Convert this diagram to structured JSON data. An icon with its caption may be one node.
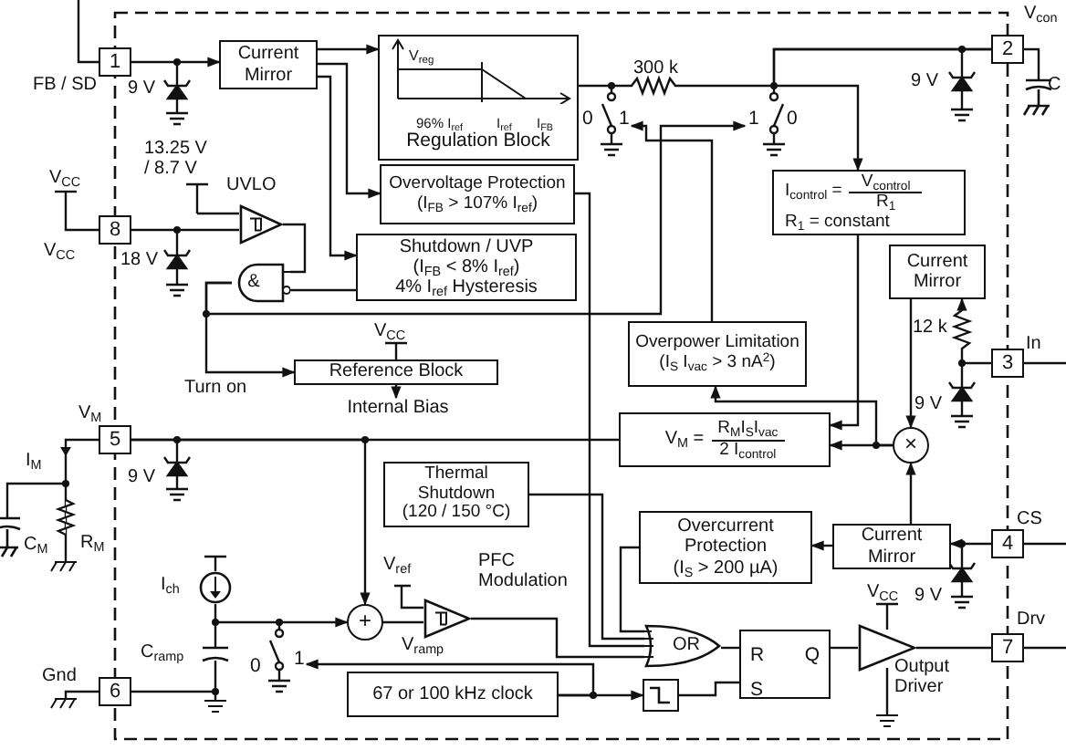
{
  "diagram": {
    "nodes": [
      {
        "text": [
          "1"
        ]
      },
      {
        "text": [
          "Current Mirror"
        ]
      },
      {
        "text": [
          "V$_{reg}$",
          "96% I$_{ref}$",
          "I$_{ref}$",
          "I$_{FB}$",
          "Regulation Block"
        ]
      },
      {
        "text": [
          "Overvoltage Protection",
          "(I$_{FB}$ > 107% I$_{ref}$)"
        ]
      },
      {
        "text": [
          "Shutdown / UVP",
          "(I$_{FB}$ < 8% I$_{ref}$)",
          "4% I$_{ref}$ Hysteresis"
        ]
      },
      {
        "text": [
          "8"
        ]
      },
      {
        "text": [],
        "shape": "triangle",
        "beside": [
          "UVLO"
        ]
      },
      {
        "text": [
          "&"
        ]
      },
      {
        "text": [
          "Reference Block"
        ]
      },
      {
        "text": [
          "Overpower Limitation",
          "(I$_{S}$ I$_{vac}$ > 3 nA$^{2}$)"
        ]
      },
      {
        "text": [
          "I$_{control}$ =",
          "V$_{control}$",
          "R$_{1}$",
          "R$_{1}$ = constant"
        ]
      },
      {
        "text": [
          "Current Mirror"
        ]
      },
      {
        "text": [
          "2"
        ]
      },
      {
        "text": [
          "3"
        ]
      },
      {
        "text": [
          "V$_{M}$ =",
          "R$_{M}$I$_{S}$I$_{vac}$",
          "2 I$_{control}$"
        ]
      },
      {
        "text": [
          "×"
        ]
      },
      {
        "text": [
          "5"
        ]
      },
      {
        "text": [
          "Thermal Shutdown",
          "(120 / 150 °C)"
        ]
      },
      {
        "text": [
          "Overcurrent Protection",
          "(I$_{S}$ > 200 µA)"
        ]
      },
      {
        "text": [
          "Current Mirror"
        ]
      },
      {
        "text": [
          "4"
        ]
      },
      {
        "text": [
          "+"
        ]
      },
      {
        "text": [],
        "shape": "triangle",
        "beside": [
          "PFC Modulation"
        ]
      },
      {
        "text": [
          "OR"
        ]
      },
      {
        "text": [
          "R",
          "Q",
          "S"
        ]
      },
      {
        "text": [],
        "shape": "triangle",
        "beside": [
          "Output Driver"
        ]
      },
      {
        "text": [
          "7"
        ]
      },
      {
        "text": [
          "67 or 100 kHz clock"
        ]
      },
      {
        "text": [],
        "shape": "box"
      },
      {
        "text": [
          "6"
        ]
      },
      {
        "text": [],
        "shape": "circle",
        "beside": [
          "I$_{ch}$"
        ]
      },
      {
        "text": [
          "Internal Bias"
        ]
      },
      {
        "text": [
          "0",
          "1"
        ]
      },
      {
        "text": [
          "1",
          "0"
        ]
      },
      {
        "text": [
          "0",
          "1"
        ]
      }
    ],
    "edges": [
      {
        "from": 0,
        "to": 1,
        "arrow": "to"
      },
      {
        "from": 1,
        "to": 2,
        "arrow": "to"
      },
      {
        "from": 1,
        "to": 3,
        "arrow": "to"
      },
      {
        "from": 1,
        "to": 4,
        "arrow": "to"
      },
      {
        "from": 5,
        "to": 6,
        "arrow": "none"
      },
      {
        "from": 6,
        "to": 7,
        "arrow": "none"
      },
      {
        "from": 4,
        "to": 7,
        "arrow": "none"
      },
      {
        "from": 7,
        "to": 8,
        "arrow": "to"
      },
      {
        "from": 7,
        "to": 33,
        "arrow": "to"
      },
      {
        "from": 8,
        "to": 31,
        "arrow": "to"
      },
      {
        "from": 2,
        "to": 12,
        "arrow": "none"
      },
      {
        "from": 12,
        "to": 10,
        "arrow": "to"
      },
      {
        "from": 10,
        "to": 14,
        "arrow": "to"
      },
      {
        "from": 15,
        "to": 14,
        "arrow": "to"
      },
      {
        "from": 15,
        "to": 9,
        "arrow": "to"
      },
      {
        "from": 9,
        "to": 32,
        "arrow": "to"
      },
      {
        "from": 13,
        "to": 11,
        "arrow": "to"
      },
      {
        "from": 11,
        "to": 15,
        "arrow": "to"
      },
      {
        "from": 16,
        "to": 14,
        "arrow": "none"
      },
      {
        "from": 16,
        "to": 21,
        "arrow": "to"
      },
      {
        "from": 30,
        "to": 21,
        "arrow": "to"
      },
      {
        "from": 21,
        "to": 22,
        "arrow": "none"
      },
      {
        "from": 22,
        "to": 23,
        "arrow": "none"
      },
      {
        "from": 3,
        "to": 23,
        "arrow": "none"
      },
      {
        "from": 17,
        "to": 23,
        "arrow": "none"
      },
      {
        "from": 18,
        "to": 23,
        "arrow": "none"
      },
      {
        "from": 23,
        "to": 24,
        "arrow": "none"
      },
      {
        "from": 24,
        "to": 25,
        "arrow": "none"
      },
      {
        "from": 25,
        "to": 26,
        "arrow": "none"
      },
      {
        "from": 19,
        "to": 18,
        "arrow": "to"
      },
      {
        "from": 20,
        "to": 19,
        "arrow": "to"
      },
      {
        "from": 19,
        "to": 15,
        "arrow": "to"
      },
      {
        "from": 27,
        "to": 28,
        "arrow": "to"
      },
      {
        "from": 28,
        "to": 24,
        "arrow": "none"
      },
      {
        "from": 27,
        "to": 34,
        "arrow": "to"
      }
    ],
    "labels": [
      "V$_{con}$",
      "FB / SD",
      "9 V",
      "300 k",
      "9 V",
      "C",
      "13.25 V / 8.7 V",
      "V$_{CC}$",
      "V$_{CC}$",
      "18 V",
      "V$_{CC}$",
      "12 k",
      "In",
      "Turn on",
      "V$_{M}$",
      "9 V",
      "I$_{M}$",
      "9 V",
      "CS",
      "C$_{M}$",
      "R$_{M}$",
      "V$_{ref}$",
      "V$_{CC}$",
      "9 V",
      "Drv",
      "C$_{ramp}$",
      "V$_{ramp}$",
      "Gnd"
    ]
  }
}
